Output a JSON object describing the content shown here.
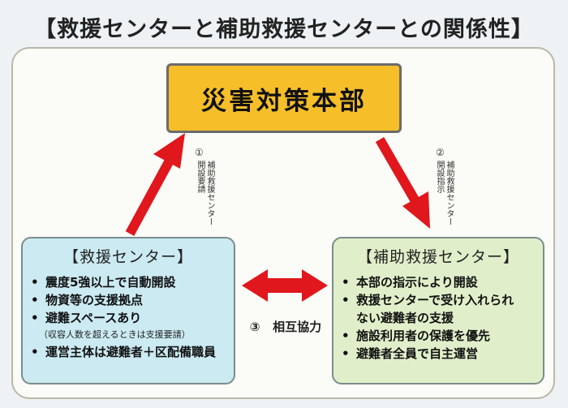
{
  "title": "【救援センターと補助救援センターとの関係性】",
  "headquarters": {
    "label": "災害対策本部"
  },
  "arrows": {
    "request": {
      "number": "①",
      "label_line1": "補助救援センター",
      "label_line2": "開設要請"
    },
    "instruction": {
      "number": "②",
      "label_line1": "補助救援センター",
      "label_line2": "開設指示"
    },
    "cooperation": {
      "number": "③",
      "label": "相互協力"
    }
  },
  "rescue_center": {
    "title": "【救援センター】",
    "items": [
      "震度5強以上で自動開設",
      "物資等の支援拠点",
      "避難スペースあり"
    ],
    "note": "（収容人数を超えるときは支援要請）",
    "last_item": "運営主体は避難者＋区配備職員"
  },
  "auxiliary_center": {
    "title": "【補助救援センター】",
    "item1": "本部の指示により開設",
    "item2_line1": "救援センターで受け入れられ",
    "item2_line2": "ない避難者の支援",
    "item3": "施設利用者の保護を優先",
    "item4": "避難者全員で自主運営"
  },
  "colors": {
    "headquarters_fill": "#f6bf29",
    "rescue_fill": "#cbeaf2",
    "auxiliary_fill": "#e0efc9",
    "arrow": "#e0171c"
  }
}
